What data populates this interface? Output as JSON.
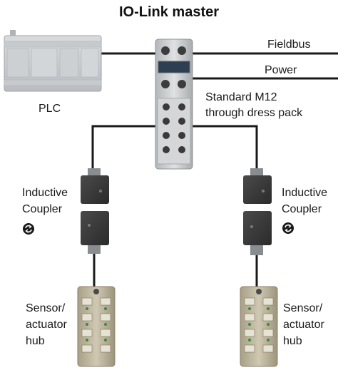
{
  "title": "IO-Link master",
  "labels": {
    "fieldbus": "Fieldbus",
    "power": "Power",
    "plc": "PLC",
    "master_port_line1": "Standard M12",
    "master_port_line2": "through dress pack",
    "coupler_left_line1": "Inductive",
    "coupler_left_line2": "Coupler",
    "coupler_right_line1": "Inductive",
    "coupler_right_line2": "Coupler",
    "hub_left_line1": "Sensor/",
    "hub_left_line2": "actuator",
    "hub_left_line3": "hub",
    "hub_right_line1": "Sensor/",
    "hub_right_line2": "actuator",
    "hub_right_line3": "hub"
  },
  "icons": {
    "coupler_symbol": "inductive-coupling-icon"
  },
  "colors": {
    "line": "#1a1a1a",
    "device_gray": "#c9ccce",
    "coupler_dark": "#3a3a3a",
    "hub_body": "#b8b09a"
  }
}
